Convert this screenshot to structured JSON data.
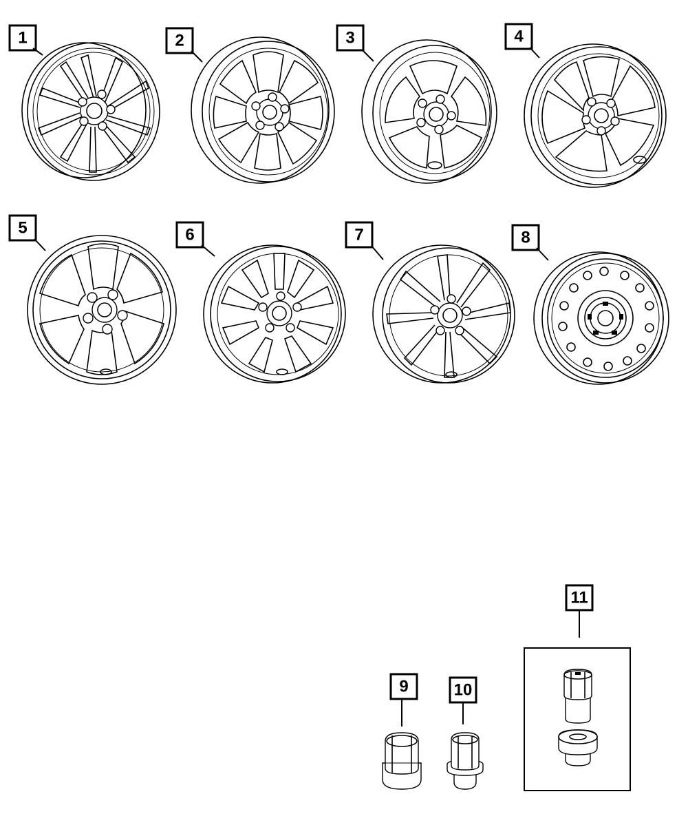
{
  "callouts": {
    "c1": "1",
    "c2": "2",
    "c3": "3",
    "c4": "4",
    "c5": "5",
    "c6": "6",
    "c7": "7",
    "c8": "8",
    "c9": "9",
    "c10": "10",
    "c11": "11"
  },
  "parts": [
    {
      "callout": "1",
      "item": "aluminum-wheel",
      "spokes": 10,
      "lug_count": 5
    },
    {
      "callout": "2",
      "item": "aluminum-wheel",
      "spokes": 10,
      "lug_count": 5
    },
    {
      "callout": "3",
      "item": "aluminum-wheel",
      "spokes": 5,
      "lug_count": 5
    },
    {
      "callout": "4",
      "item": "aluminum-wheel",
      "spokes": 5,
      "lug_count": 5
    },
    {
      "callout": "5",
      "item": "aluminum-wheel",
      "spokes": 6,
      "lug_count": 5
    },
    {
      "callout": "6",
      "item": "aluminum-wheel",
      "spokes": 10,
      "lug_count": 5
    },
    {
      "callout": "7",
      "item": "aluminum-wheel",
      "spokes": 10,
      "lug_count": 5
    },
    {
      "callout": "8",
      "item": "steel-wheel",
      "spokes": 0,
      "lug_count": 5
    },
    {
      "callout": "9",
      "item": "lug-nut"
    },
    {
      "callout": "10",
      "item": "lug-nut"
    },
    {
      "callout": "11",
      "item": "wheel-lock-kit"
    }
  ],
  "colors": {
    "line": "#000000",
    "background": "#ffffff"
  }
}
